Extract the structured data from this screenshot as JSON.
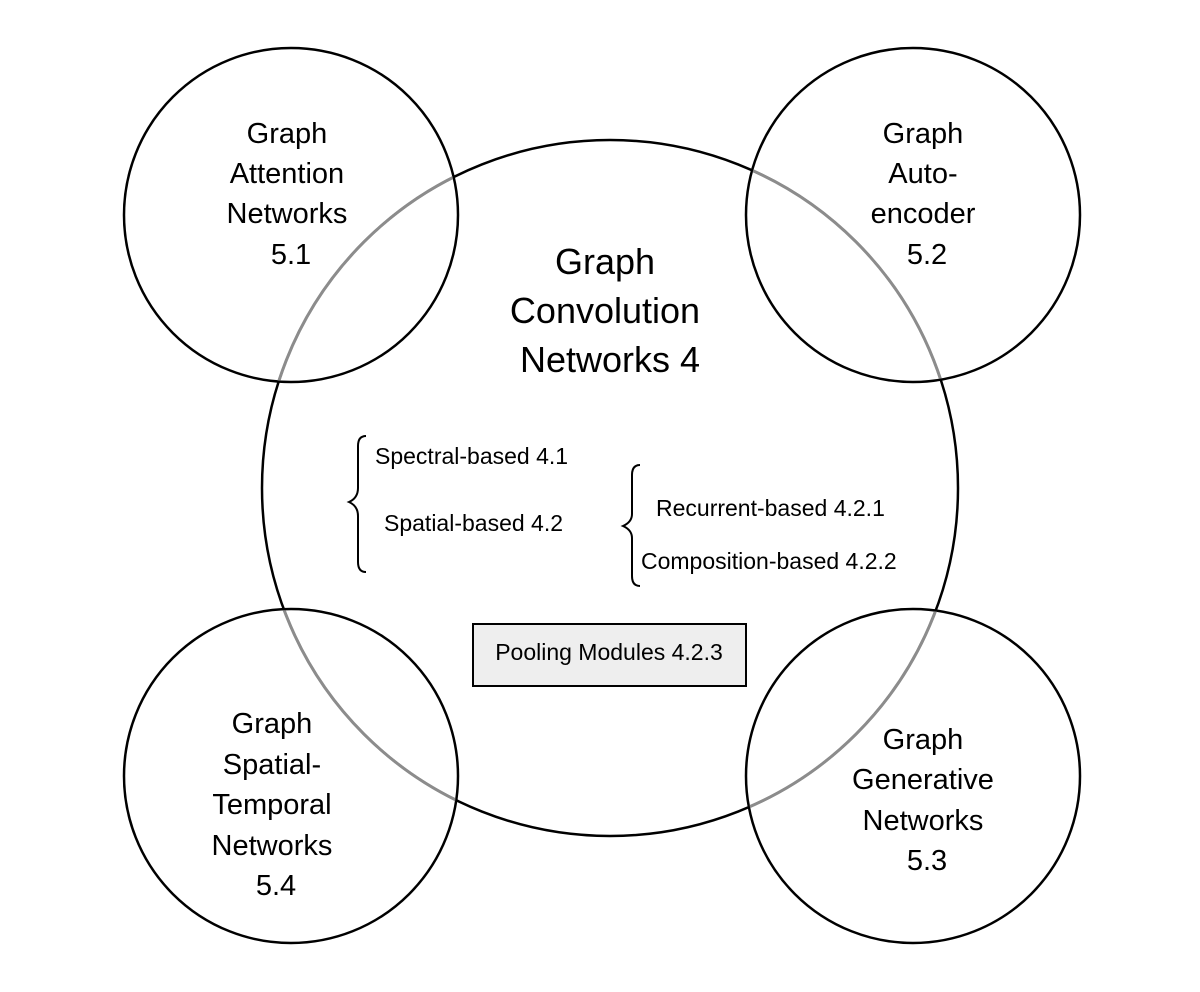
{
  "diagram": {
    "center": {
      "lines": [
        "Graph",
        "Convolution",
        "Networks 4"
      ]
    },
    "satellites": {
      "top_left": {
        "lines": [
          "Graph",
          "Attention",
          "Networks",
          "5.1"
        ]
      },
      "top_right": {
        "lines": [
          "Graph",
          "Auto-",
          "encoder",
          "5.2"
        ]
      },
      "bottom_left": {
        "lines": [
          "Graph",
          "Spatial-",
          "Temporal",
          "Networks",
          "5.4"
        ]
      },
      "bottom_right": {
        "lines": [
          "Graph",
          "Generative",
          "Networks",
          "5.3"
        ]
      }
    },
    "categories": {
      "spectral": "Spectral-based 4.1",
      "spatial": "Spatial-based 4.2",
      "recurrent": "Recurrent-based 4.2.1",
      "composition": "Composition-based 4.2.2"
    },
    "pooling": "Pooling Modules 4.2.3"
  },
  "colors": {
    "stroke": "#000000",
    "overlap_stroke": "#8c8c8c",
    "pooling_fill": "#eeeeee"
  }
}
